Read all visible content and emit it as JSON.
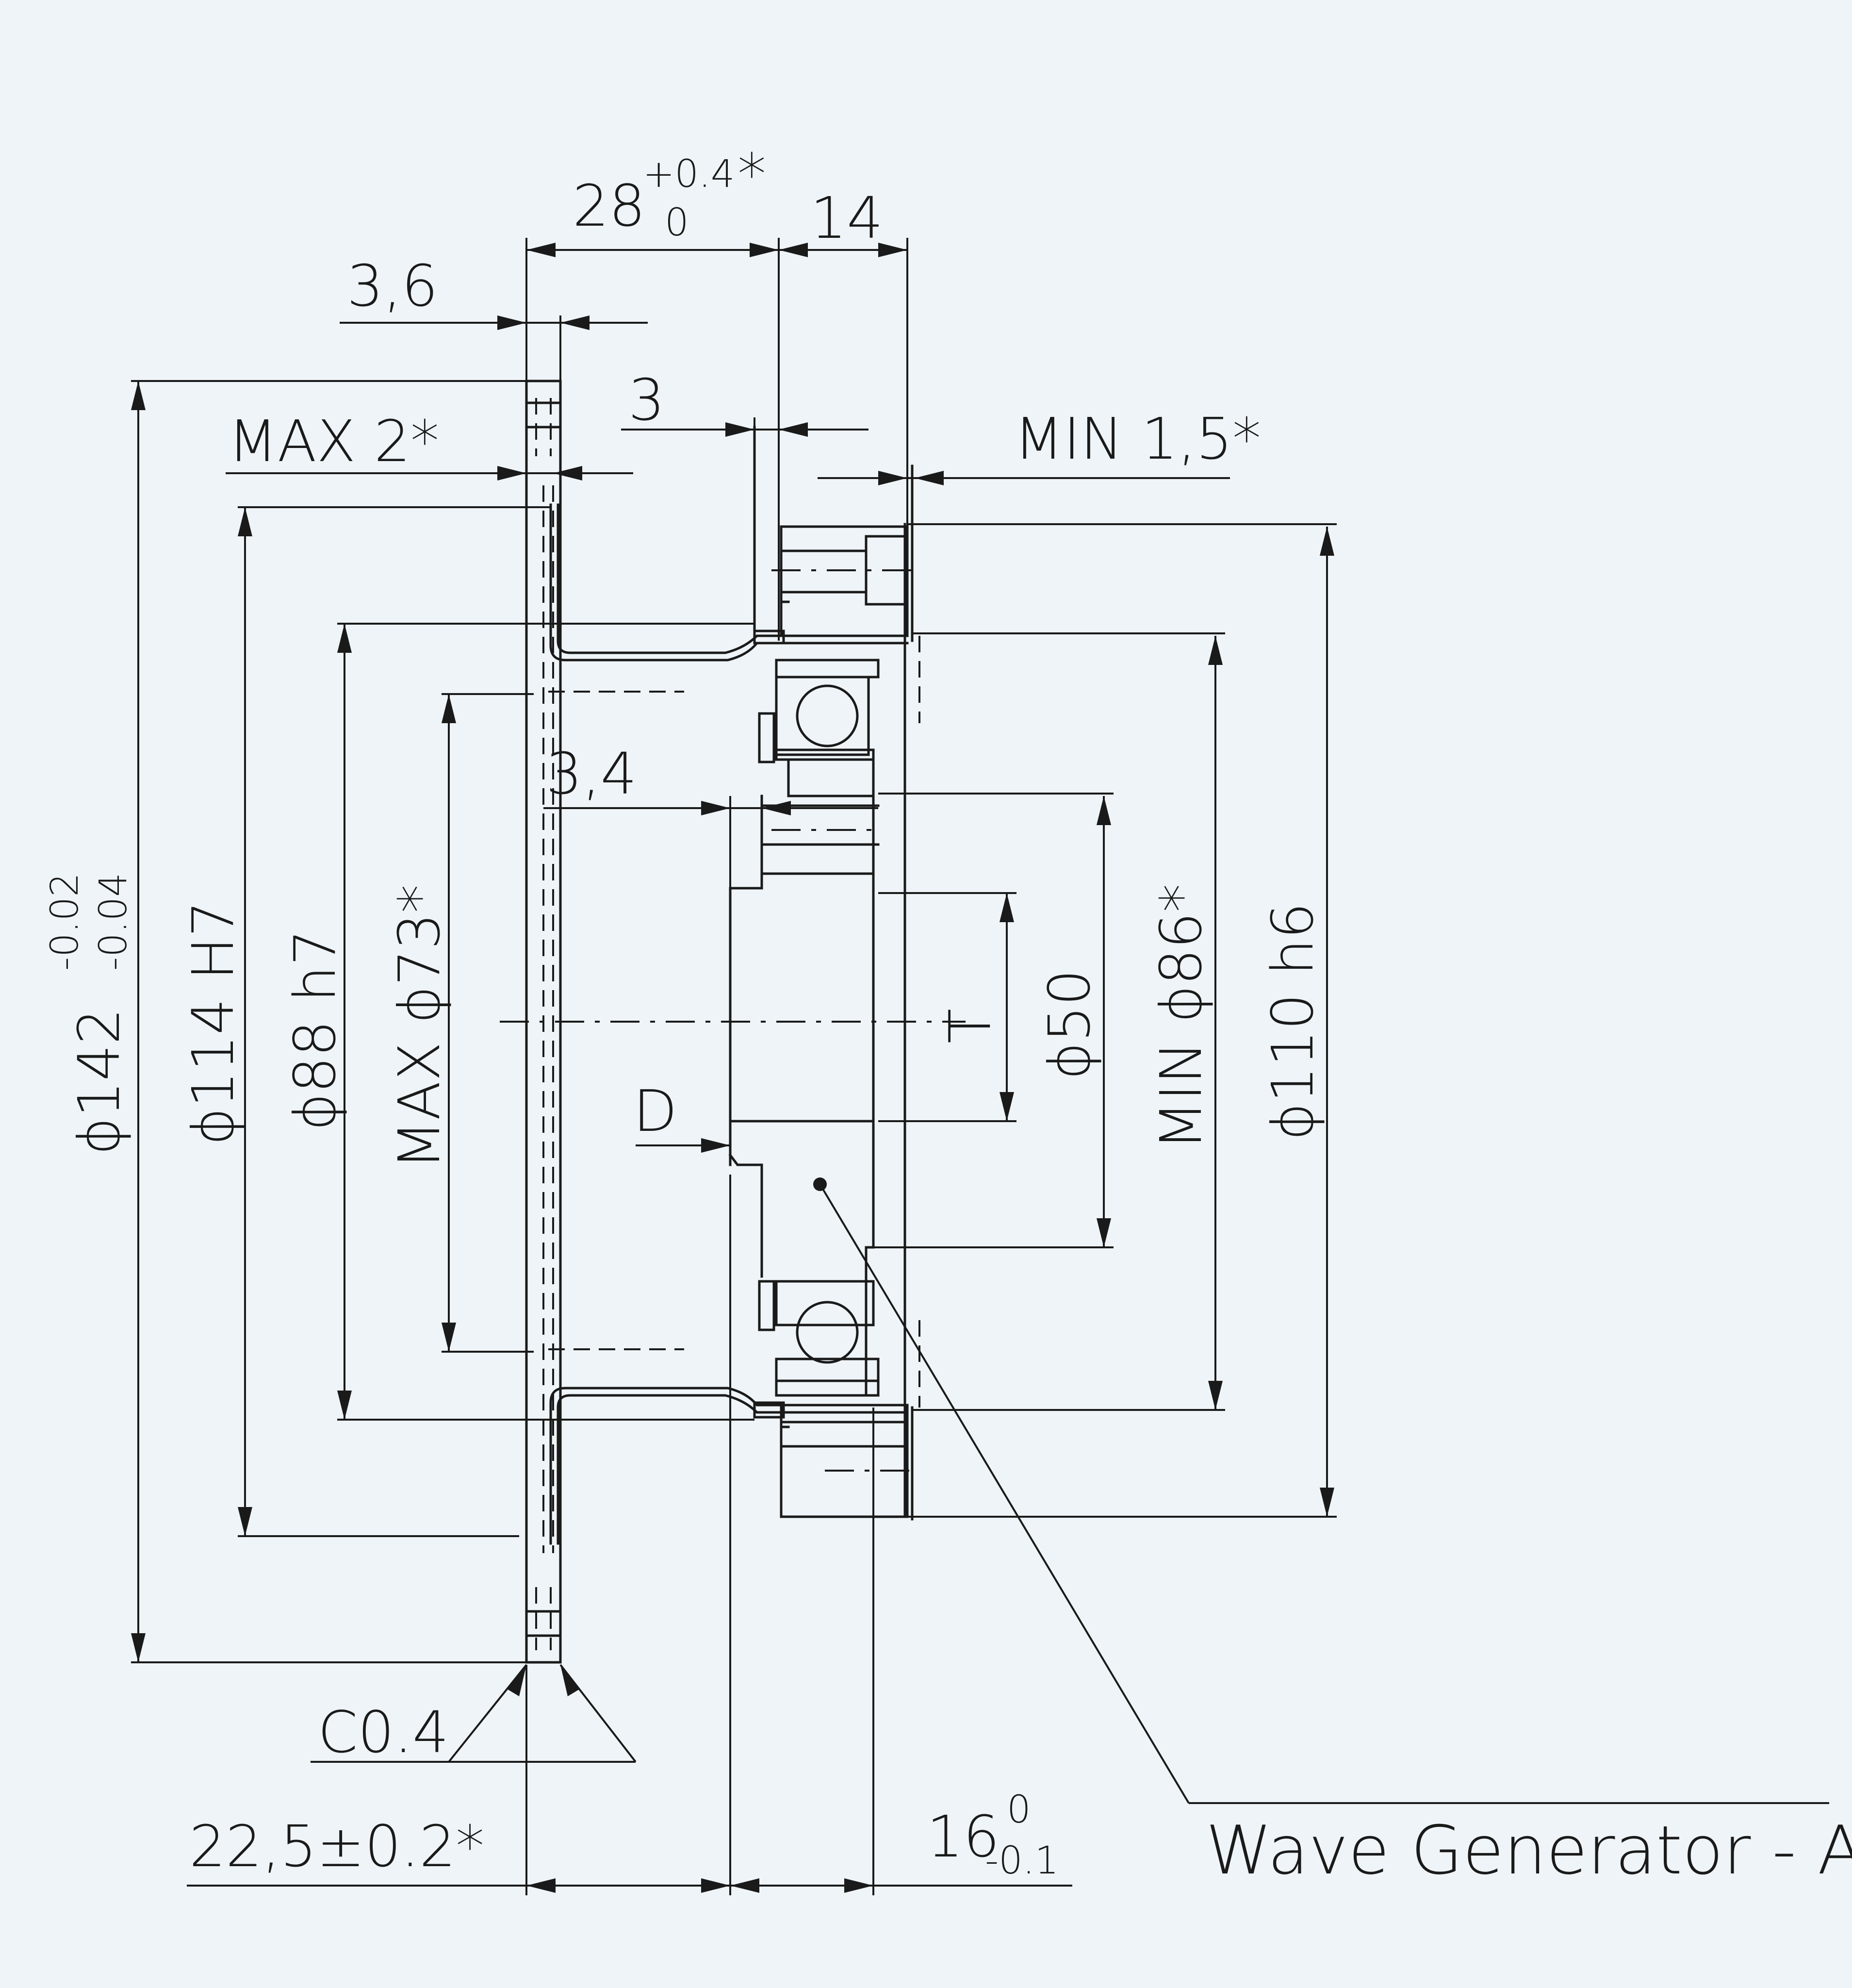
{
  "colors": {
    "background": "#eef4f7",
    "line": "#1a1a1a"
  },
  "dimensions": {
    "d28": {
      "base": "28",
      "upper": "+0.4",
      "lower": "0",
      "star": "*"
    },
    "d14": "14",
    "d3_6": "3,6",
    "d3": "3",
    "max2": "MAX 2*",
    "min1_5": "MIN 1,5*",
    "d3_4": "3,4",
    "d142": {
      "base": "ϕ142",
      "upper": "-0.02",
      "lower": "-0.04"
    },
    "d114": "ϕ114 H7",
    "d88": "ϕ88 h7",
    "max73": "MAX ϕ73*",
    "d50": "ϕ50",
    "min86": "MIN ϕ86*",
    "d110": "ϕ110 h6",
    "T": "T",
    "D": "D",
    "c04": "C0.4",
    "d22_5": "22,5±0.2*",
    "d16": {
      "base": "16",
      "upper": "0",
      "lower": "-0.1"
    }
  },
  "callout": {
    "label": "Wave Generator - A"
  }
}
